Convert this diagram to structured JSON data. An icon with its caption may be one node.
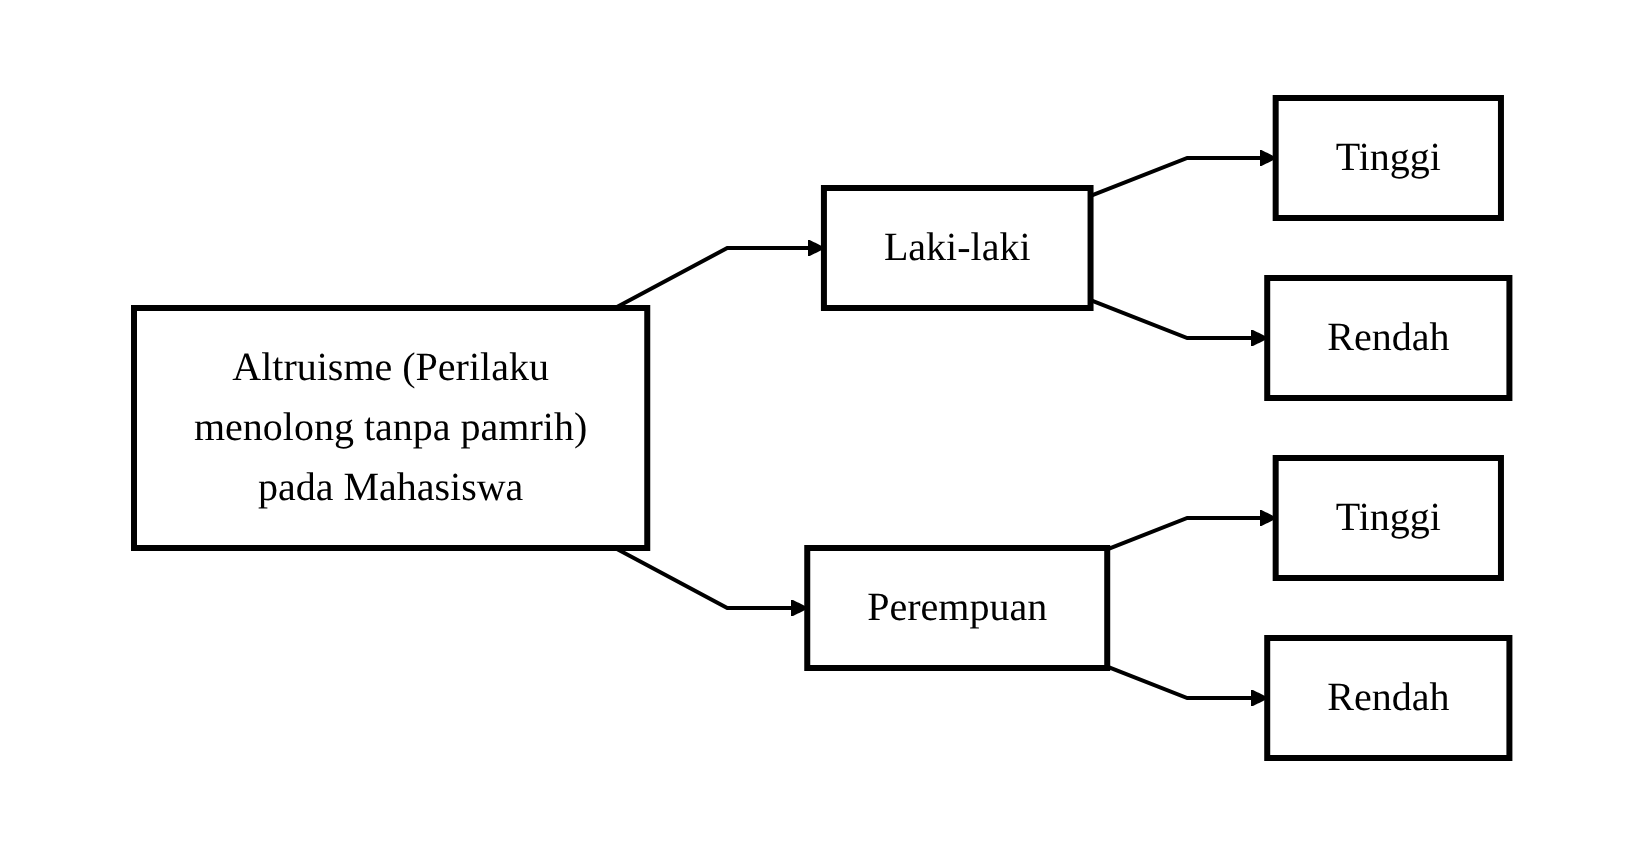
{
  "diagram": {
    "nodes": [
      {
        "text": [
          "Altruisme (Perilaku menolong tanpa pamrih) pada Mahasiswa"
        ]
      },
      {
        "text": [
          "Laki-laki"
        ]
      },
      {
        "text": [
          "Perempuan"
        ]
      },
      {
        "text": [
          "Tinggi"
        ]
      },
      {
        "text": [
          "Rendah"
        ]
      },
      {
        "text": [
          "Tinggi"
        ]
      },
      {
        "text": [
          "Rendah"
        ]
      }
    ],
    "edges": [
      {
        "from": 0,
        "to": 1,
        "arrow": "to"
      },
      {
        "from": 0,
        "to": 2,
        "arrow": "to"
      },
      {
        "from": 1,
        "to": 3,
        "arrow": "to"
      },
      {
        "from": 1,
        "to": 4,
        "arrow": "to"
      },
      {
        "from": 2,
        "to": 5,
        "arrow": "to"
      },
      {
        "from": 2,
        "to": 6,
        "arrow": "to"
      }
    ]
  }
}
